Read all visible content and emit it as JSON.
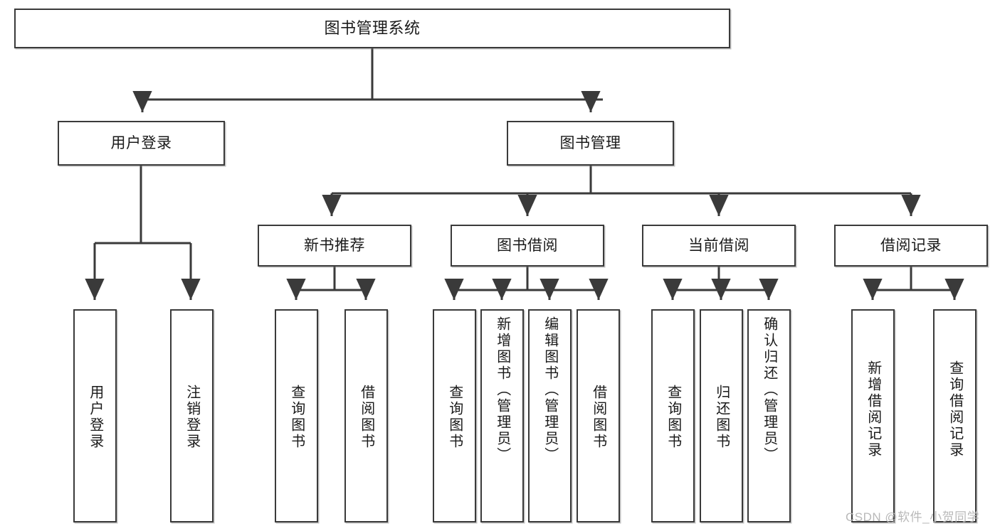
{
  "diagram": {
    "title": "图书管理系统",
    "type": "tree",
    "root": {
      "id": "root",
      "label": "图书管理系统"
    },
    "level1": [
      {
        "id": "user-login",
        "label": "用户登录"
      },
      {
        "id": "book-manage",
        "label": "图书管理"
      }
    ],
    "level2": [
      {
        "id": "new-book-rec",
        "label": "新书推荐",
        "parent": "book-manage"
      },
      {
        "id": "book-borrow",
        "label": "图书借阅",
        "parent": "book-manage"
      },
      {
        "id": "current-borrow",
        "label": "当前借阅",
        "parent": "book-manage"
      },
      {
        "id": "borrow-record",
        "label": "借阅记录",
        "parent": "book-manage"
      }
    ],
    "leaves": [
      {
        "id": "leaf-user-login",
        "label": "用户登录",
        "parent": "user-login"
      },
      {
        "id": "leaf-logout-login",
        "label": "注销登录",
        "parent": "user-login"
      },
      {
        "id": "leaf-query-book-1",
        "label": "查询图书",
        "parent": "new-book-rec"
      },
      {
        "id": "leaf-borrow-book-1",
        "label": "借阅图书",
        "parent": "new-book-rec"
      },
      {
        "id": "leaf-query-book-2",
        "label": "查询图书",
        "parent": "book-borrow"
      },
      {
        "id": "leaf-add-book",
        "label": "新增图书（管理员）",
        "parent": "book-borrow"
      },
      {
        "id": "leaf-edit-book",
        "label": "编辑图书（管理员）",
        "parent": "book-borrow"
      },
      {
        "id": "leaf-borrow-book-2",
        "label": "借阅图书",
        "parent": "book-borrow"
      },
      {
        "id": "leaf-query-book-3",
        "label": "查询图书",
        "parent": "current-borrow"
      },
      {
        "id": "leaf-return-book",
        "label": "归还图书",
        "parent": "current-borrow"
      },
      {
        "id": "leaf-confirm-return",
        "label": "确认归还（管理员）",
        "parent": "current-borrow"
      },
      {
        "id": "leaf-add-record",
        "label": "新增借阅记录",
        "parent": "borrow-record"
      },
      {
        "id": "leaf-query-record",
        "label": "查询借阅记录",
        "parent": "borrow-record"
      }
    ],
    "colors": {
      "stroke": "#3a3a3a",
      "fill": "#ffffff",
      "text": "#1a1a1a",
      "watermark": "#b9b9b9"
    }
  },
  "watermark": {
    "text": "CSDN @软件_小贺同学"
  }
}
